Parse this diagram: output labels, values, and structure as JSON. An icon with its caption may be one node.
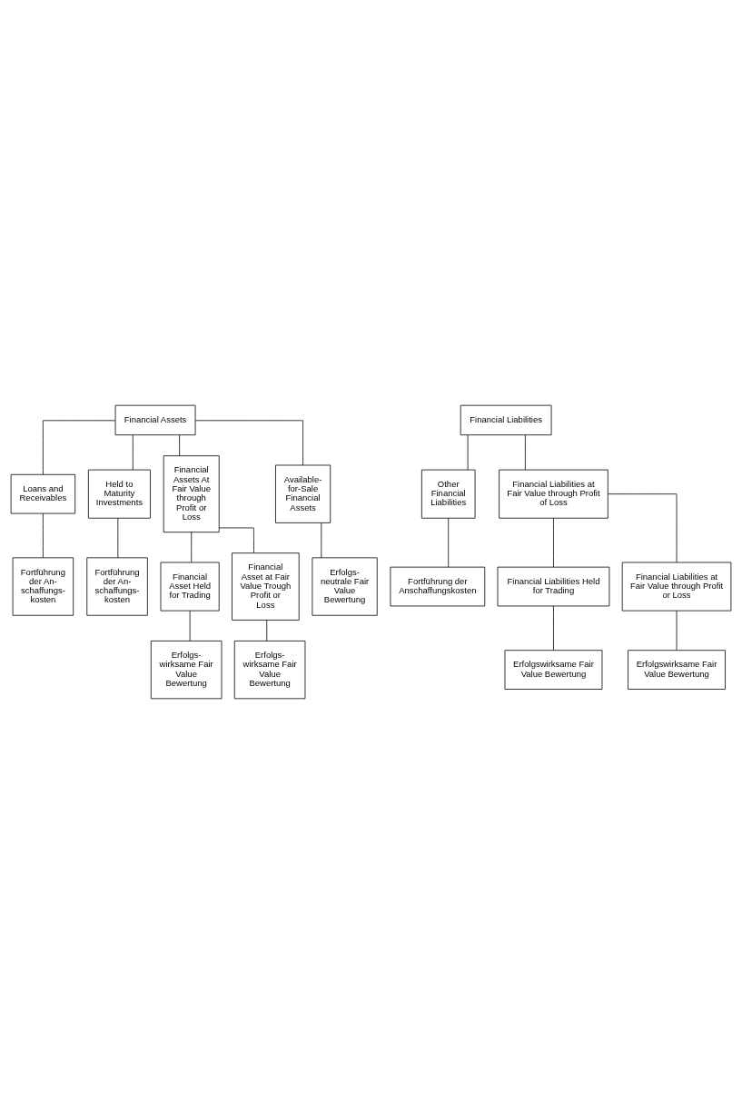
{
  "diagram": {
    "nodes": [
      {
        "text": [
          "Financial Assets"
        ]
      },
      {
        "text": [
          "Loans and Receivables"
        ]
      },
      {
        "text": [
          "Held to Maturity Investments"
        ]
      },
      {
        "text": [
          "Financial Assets At Fair Value through Profit or Loss"
        ]
      },
      {
        "text": [
          "Available- for-Sale Financial Assets"
        ]
      },
      {
        "text": [
          "Financial Asset Held for Trading"
        ]
      },
      {
        "text": [
          "Financial Asset at Fair Value Trough Profit or Loss"
        ]
      },
      {
        "text": [
          "Fortführung der An- schaffungs- kosten"
        ]
      },
      {
        "text": [
          "Fortführung der An- schaffungs- kosten"
        ]
      },
      {
        "text": [
          "Erfolgs- neutrale Fair Value Bewertung"
        ]
      },
      {
        "text": [
          "Erfolgs- wirksame Fair Value Bewertung"
        ]
      },
      {
        "text": [
          "Erfolgs- wirksame Fair Value Bewertung"
        ]
      },
      {
        "text": [
          "Financial Liabilities"
        ]
      },
      {
        "text": [
          "Other Financial Liabilities"
        ]
      },
      {
        "text": [
          "Financial Liabilities at Fair Value through Profit of Loss"
        ]
      },
      {
        "text": [
          "Financial Liabilities Held for Trading"
        ]
      },
      {
        "text": [
          "Financial Liabilities at Fair Value through Profit or Loss"
        ]
      },
      {
        "text": [
          "Fortführung der Anschaffungskosten"
        ]
      },
      {
        "text": [
          "Erfolgswirksame Fair Value Bewertung"
        ]
      },
      {
        "text": [
          "Erfolgswirksame Fair Value Bewertung"
        ]
      }
    ],
    "edges": [
      {
        "from": 0,
        "to": 1,
        "arrow": "none"
      },
      {
        "from": 0,
        "to": 2,
        "arrow": "none"
      },
      {
        "from": 0,
        "to": 3,
        "arrow": "none"
      },
      {
        "from": 0,
        "to": 4,
        "arrow": "none"
      },
      {
        "from": 3,
        "to": 5,
        "arrow": "none"
      },
      {
        "from": 3,
        "to": 6,
        "arrow": "none"
      },
      {
        "from": 1,
        "to": 7,
        "arrow": "none"
      },
      {
        "from": 2,
        "to": 8,
        "arrow": "none"
      },
      {
        "from": 4,
        "to": 9,
        "arrow": "none"
      },
      {
        "from": 5,
        "to": 10,
        "arrow": "none"
      },
      {
        "from": 6,
        "to": 11,
        "arrow": "none"
      },
      {
        "from": 12,
        "to": 13,
        "arrow": "none"
      },
      {
        "from": 12,
        "to": 14,
        "arrow": "none"
      },
      {
        "from": 14,
        "to": 15,
        "arrow": "none"
      },
      {
        "from": 14,
        "to": 16,
        "arrow": "none"
      },
      {
        "from": 13,
        "to": 17,
        "arrow": "none"
      },
      {
        "from": 15,
        "to": 18,
        "arrow": "none"
      },
      {
        "from": 16,
        "to": 19,
        "arrow": "none"
      }
    ]
  }
}
